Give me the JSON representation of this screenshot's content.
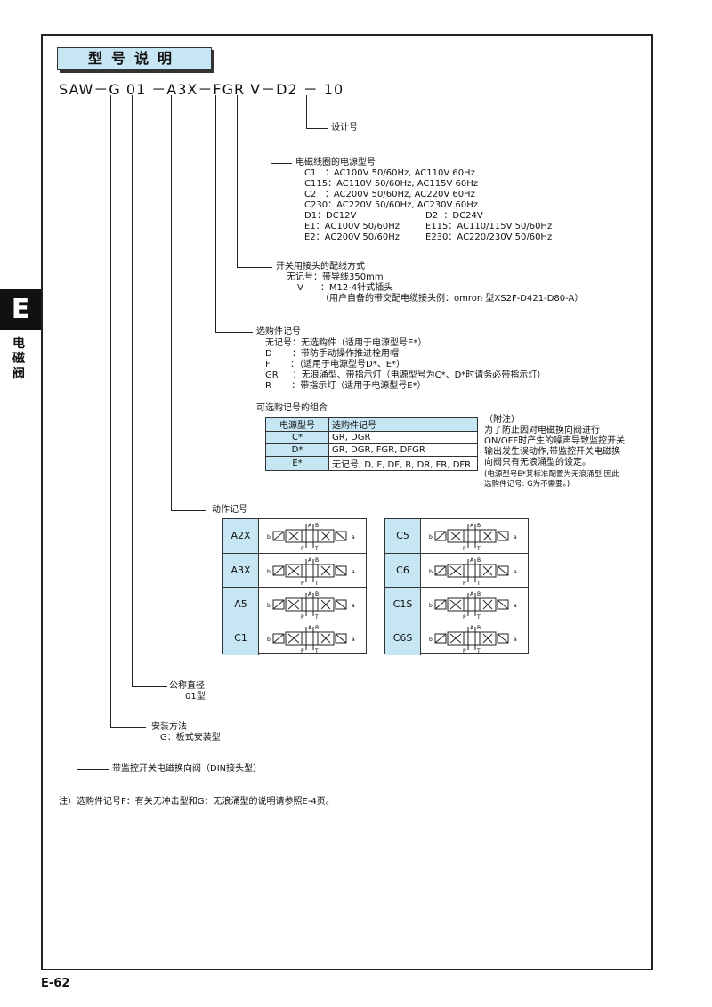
{
  "side": {
    "tab": "E",
    "label": "电磁阀"
  },
  "section_title": "型号说明",
  "model_code": "SAW－G 01 －A3X－FGR V－D2 － 10",
  "design_no": "设计号",
  "coil": {
    "title": "电磁线圈的电源型号",
    "rows": [
      "C1   ：AC100V 50/60Hz, AC110V 60Hz",
      "C115：AC110V 50/60Hz, AC115V 60Hz",
      "C2   ：AC200V 50/60Hz, AC220V 60Hz",
      "C230：AC220V 50/60Hz, AC230V 60Hz"
    ],
    "left": [
      "D1：DC12V",
      "E1：AC100V 50/60Hz",
      "E2：AC200V 50/60Hz"
    ],
    "right": [
      "D2  ：DC24V",
      "E115：AC110/115V 50/60Hz",
      "E230：AC220/230V 50/60Hz"
    ]
  },
  "wiring": {
    "title": "开关用接头的配线方式",
    "rows": [
      "无记号：带导线350mm",
      "V      ：M12-4针式插头",
      "（用户自备的带交配电缆接头例：omron 型XS2F-D421-D80-A）"
    ]
  },
  "option": {
    "title": "选购件记号",
    "rows": [
      "无记号：无选购件（适用于电源型号E*）",
      "D       ：带防手动操作推进栓用帽",
      "F       ：（适用于电源型号D*、E*）",
      "GR     ：无浪涌型、带指示灯（电源型号为C*、D*时请务必带指示灯）",
      "R       ：带指示灯（适用于电源型号E*）"
    ]
  },
  "combo": {
    "title": "可选购记号的组合",
    "headers": [
      "电源型号",
      "选购件记号"
    ],
    "rows": [
      [
        "C*",
        "GR, DGR"
      ],
      [
        "D*",
        "GR, DGR, FGR, DFGR"
      ],
      [
        "E*",
        "无记号, D, F, DF, R, DR, FR, DFR"
      ]
    ]
  },
  "note": {
    "title": "（附注）",
    "lines": [
      "为了防止因对电磁换向阀进行",
      "ON/OFF时产生的噪声导致监控开关",
      "输出发生误动作,带监控开关电磁换",
      "向阀只有无浪涌型的设定。"
    ],
    "small": [
      "(电源型号E*其标准配置为无浪涌型,因此",
      "选购件记号: G为不需要。)"
    ]
  },
  "action": {
    "title": "动作记号",
    "left": [
      "A2X",
      "A3X",
      "A5",
      "C1"
    ],
    "right": [
      "C5",
      "C6",
      "C1S",
      "C6S"
    ],
    "port_a": "A",
    "port_b": "B",
    "port_p": "P",
    "port_t": "T",
    "side_a": "a",
    "side_b": "b"
  },
  "size": {
    "title": "公称直径",
    "value": "01型"
  },
  "mount": {
    "title": "安装方法",
    "value": "G：板式安装型"
  },
  "type": {
    "title": "带监控开关电磁换向阀（DIN接头型）"
  },
  "footnote": "注）选购件记号F：有关无冲击型和G：无浪涌型的说明请参照E-4页。",
  "page": "E-62"
}
